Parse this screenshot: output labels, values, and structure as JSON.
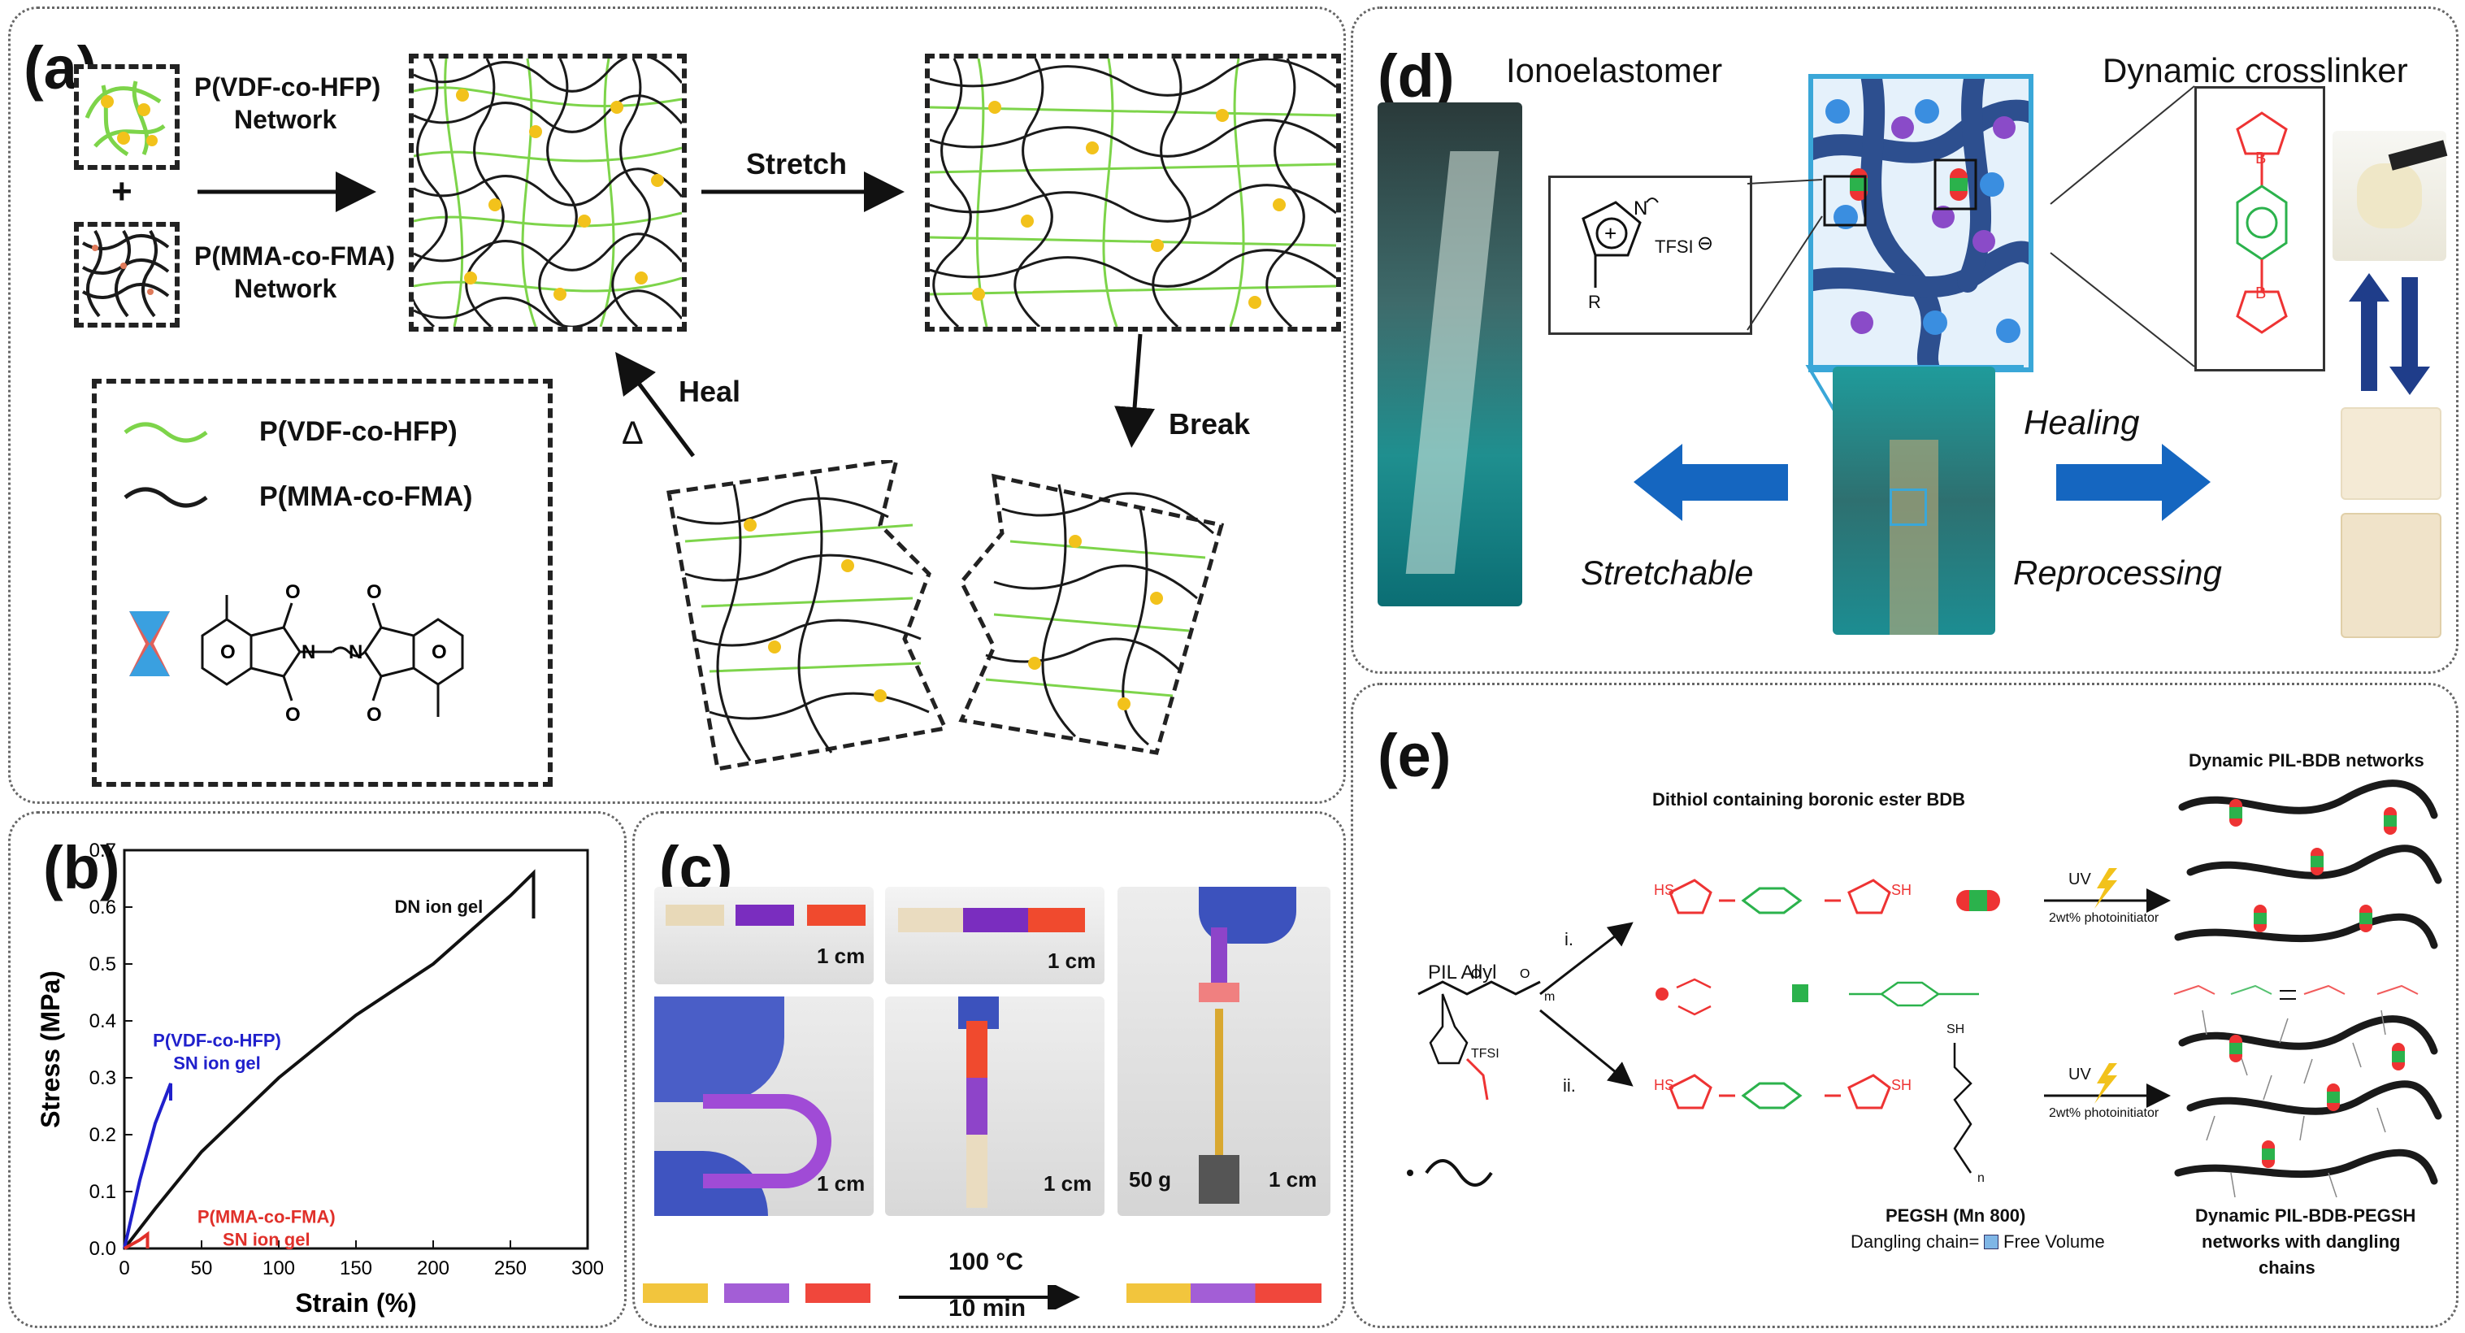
{
  "panel_a": {
    "label": "(a)",
    "net1_line1": "P(VDF-co-HFP)",
    "net1_line2": "Network",
    "plus": "+",
    "net2_line1": "P(MMA-co-FMA)",
    "net2_line2": "Network",
    "stretch": "Stretch",
    "break": "Break",
    "heal": "Heal",
    "delta": "Δ",
    "legend_green": "P(VDF-co-HFP)",
    "legend_black": "P(MMA-co-FMA)",
    "colors": {
      "green": "#7dd44a",
      "black": "#1a1a1a",
      "crosslink": "#f2c21b",
      "node": "#e07a5a"
    }
  },
  "panel_b": {
    "label": "(b)"
  },
  "panel_c": {
    "label": "(c)",
    "scale": "1 cm",
    "weight": "50 g",
    "temp": "100 °C",
    "time": "10 min",
    "colors": {
      "yellow": "#f2c53d",
      "purple": "#8e44c9",
      "red": "#f0473c"
    }
  },
  "panel_d": {
    "label": "(d)",
    "title_left": "Ionoelastomer",
    "title_right": "Dynamic  crosslinker",
    "anion": "TFSI",
    "r_group": "R",
    "healing": "Healing",
    "stretchable": "Stretchable",
    "reprocessing": "Reprocessing",
    "colors": {
      "arrow": "#1566c0",
      "net": "#2d4f8f",
      "frame": "#3aa7d8"
    }
  },
  "panel_e": {
    "label": "(e)",
    "title_top": "Dynamic PIL-BDB networks",
    "dithiol": "Dithiol containing boronic ester BDB",
    "pil": "PIL Allyl",
    "step_i": "i.",
    "step_ii": "ii.",
    "uv": "UV",
    "photoinit": "2wt% photoinitiator",
    "pegsh": "PEGSH (Mn 800)",
    "dangling": "Dangling chain=",
    "free_volume": "Free Volume",
    "bottom_line1": "Dynamic PIL-BDB-PEGSH",
    "bottom_line2": "networks with dangling",
    "bottom_line3": "chains",
    "sh": "SH",
    "hs": "HS",
    "tfsi": "TFSI",
    "n": "n",
    "m": "m"
  },
  "chart_data": {
    "type": "line",
    "xlabel": "Strain (%)",
    "ylabel": "Stress (MPa)",
    "xlim": [
      0,
      300
    ],
    "ylim": [
      0,
      0.7
    ],
    "xticks": [
      0,
      50,
      100,
      150,
      200,
      250,
      300
    ],
    "yticks": [
      0.0,
      0.1,
      0.2,
      0.3,
      0.4,
      0.5,
      0.6,
      0.7
    ],
    "series": [
      {
        "name": "DN ion gel",
        "color": "#111111",
        "x": [
          0,
          20,
          50,
          100,
          150,
          200,
          250,
          265,
          265
        ],
        "y": [
          0,
          0.07,
          0.17,
          0.3,
          0.41,
          0.5,
          0.62,
          0.66,
          0.58
        ]
      },
      {
        "name": "P(VDF-co-HFP) SN ion gel",
        "color": "#2020cc",
        "x": [
          0,
          10,
          20,
          30,
          30
        ],
        "y": [
          0,
          0.12,
          0.22,
          0.29,
          0.26
        ]
      },
      {
        "name": "P(MMA-co-FMA) SN ion gel",
        "color": "#e0302a",
        "x": [
          0,
          10,
          15,
          15
        ],
        "y": [
          0,
          0.015,
          0.025,
          0.0
        ]
      }
    ],
    "annotations": [
      {
        "text": "DN ion gel",
        "color": "#111111"
      },
      {
        "text": "P(VDF-co-HFP)",
        "color": "#2020cc"
      },
      {
        "text": "SN ion gel",
        "color": "#2020cc"
      },
      {
        "text": "P(MMA-co-FMA)",
        "color": "#e0302a"
      },
      {
        "text": "SN ion gel",
        "color": "#e0302a"
      }
    ]
  }
}
